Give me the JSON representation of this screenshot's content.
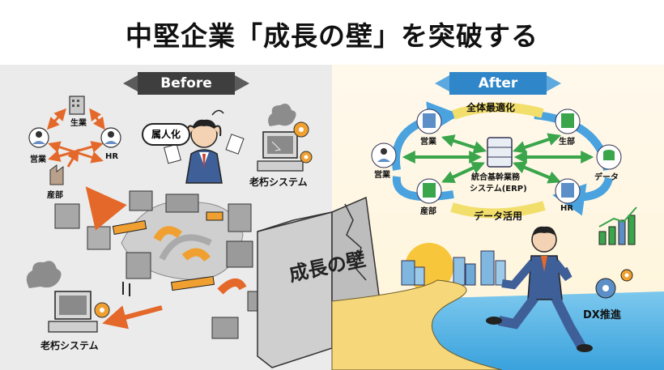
{
  "title": "中堅企業「成長の壁」を突破する",
  "before": {
    "banner": "Before",
    "org": {
      "top": "生業",
      "left": "営業",
      "right": "HR",
      "bottom": "産部"
    },
    "bubble": "属人化",
    "legacy_label_top": "老朽システム",
    "legacy_label_bottom": "老朽システム",
    "wall_label": "成長の壁"
  },
  "after": {
    "banner": "After",
    "top_label": "全体最適化",
    "bottom_label": "データ活用",
    "nodes": {
      "top_left": "営業",
      "left": "営業",
      "bottom_left": "産部",
      "top_right": "生部",
      "right": "データ",
      "bottom_right": "HR"
    },
    "erp_label_line1": "統合基幹業務",
    "erp_label_line2": "システム(ERP)",
    "dx_label": "DX推進"
  },
  "colors": {
    "before_banner": "#3e3e3e",
    "after_banner": "#2f86c8",
    "orange_arrow": "#e4682a",
    "green_arrow": "#3aa54b",
    "blue_loop": "#4aa3df",
    "yellow_arrow": "#f2de6a",
    "road": "#f6d87a",
    "water": "#4fb1e3"
  }
}
